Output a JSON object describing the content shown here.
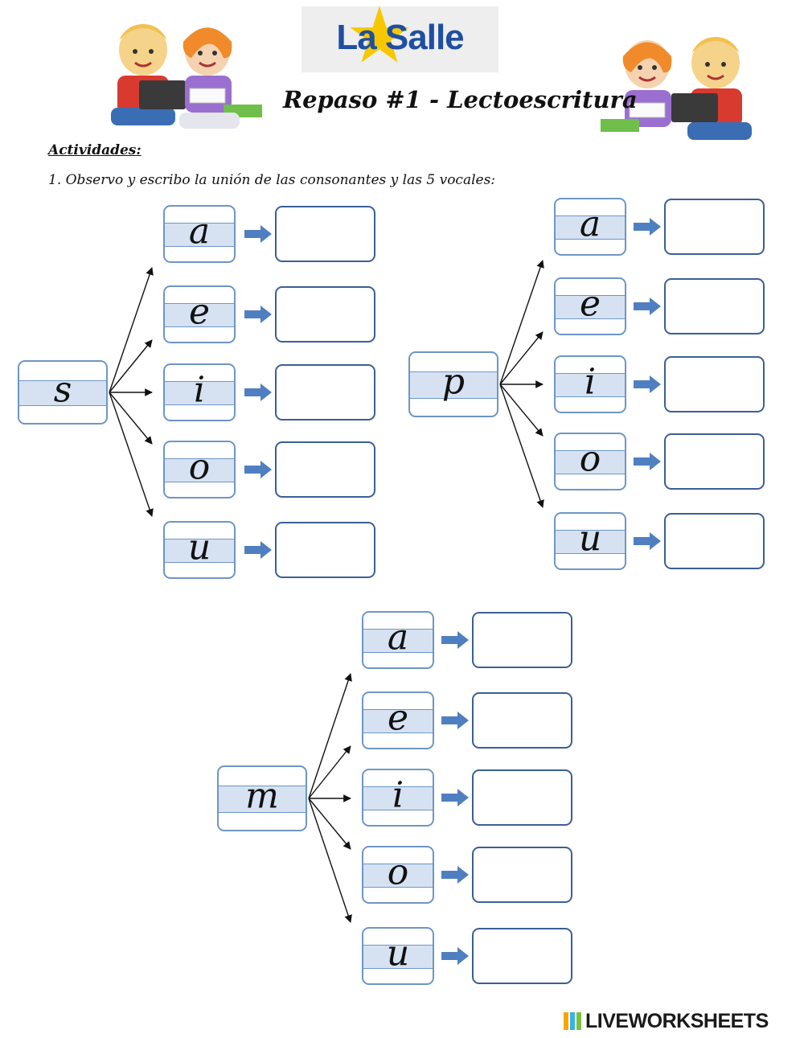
{
  "header": {
    "logo_text": "La Salle",
    "title": "Repaso #1 - Lectoescritura"
  },
  "section": {
    "heading": "Actividades:",
    "instruction": "1.  Observo y escribo la unión de las consonantes y las 5 vocales:"
  },
  "vowels": [
    "a",
    "e",
    "i",
    "o",
    "u"
  ],
  "groups": [
    {
      "consonant": "s",
      "answers": [
        "",
        "",
        "",
        "",
        ""
      ]
    },
    {
      "consonant": "p",
      "answers": [
        "",
        "",
        "",
        "",
        ""
      ]
    },
    {
      "consonant": "m",
      "answers": [
        "",
        "",
        "",
        "",
        ""
      ]
    }
  ],
  "footer": {
    "brand": "LIVEWORKSHEETS"
  },
  "colors": {
    "box_border": "#6f95c5",
    "band_fill": "#d6e2f2",
    "answer_border": "#3b5f96",
    "arrow_fill": "#4f7fc0",
    "logo_blue": "#1f4fa0",
    "logo_star": "#f7c800"
  }
}
